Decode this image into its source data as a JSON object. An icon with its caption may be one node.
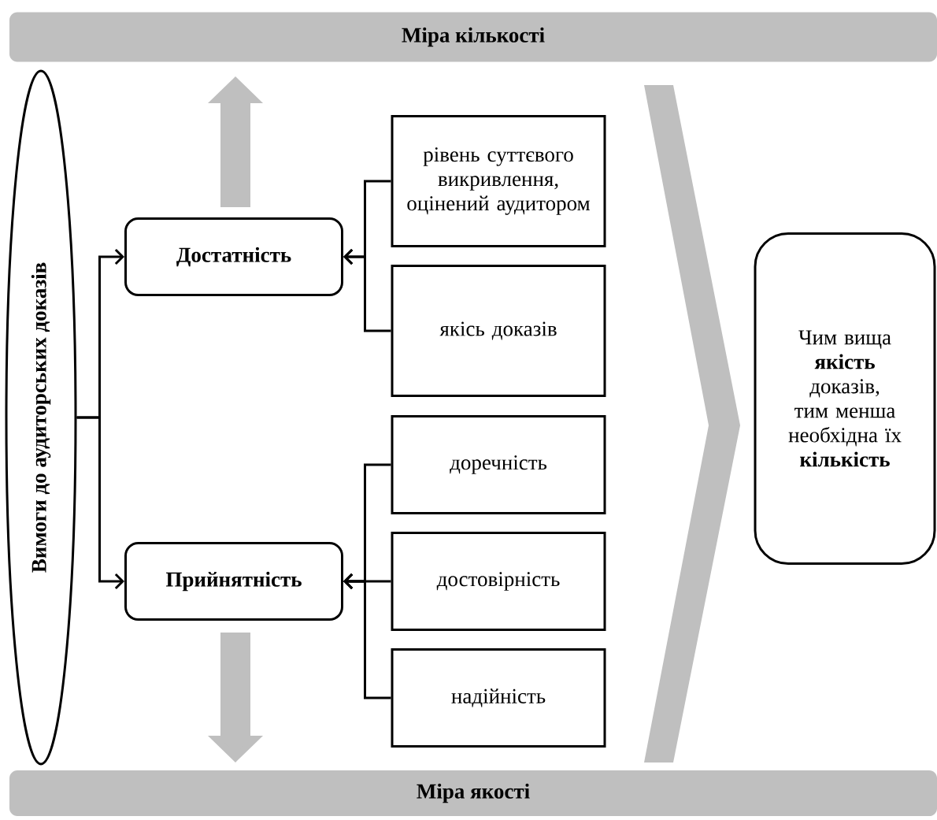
{
  "diagram": {
    "nodes": [
      {
        "text": [
          "Міра кількості"
        ]
      },
      {
        "text": [
          "Вимоги до аудиторських доказів"
        ]
      },
      {
        "text": [
          "Достатність"
        ]
      },
      {
        "text": [
          "Прийнятність"
        ]
      },
      {
        "text": [
          "рівень суттєвого викривлення, оцінений аудитором"
        ]
      },
      {
        "text": [
          "якісь доказів"
        ]
      },
      {
        "text": [
          "доречність"
        ]
      },
      {
        "text": [
          "достовірність"
        ]
      },
      {
        "text": [
          "надійність"
        ]
      },
      {
        "text": [
          "Чим вища **якість** доказів, тим менша необхідна їх **кількість**"
        ]
      },
      {
        "text": [
          "Міра якості"
        ]
      }
    ],
    "edges": [
      {
        "from": 1,
        "to": 2,
        "arrow": "to"
      },
      {
        "from": 1,
        "to": 3,
        "arrow": "to"
      },
      {
        "from": 4,
        "to": 2,
        "arrow": "to"
      },
      {
        "from": 5,
        "to": 2,
        "arrow": "to"
      },
      {
        "from": 6,
        "to": 3,
        "arrow": "to"
      },
      {
        "from": 7,
        "to": 3,
        "arrow": "to"
      },
      {
        "from": 8,
        "to": 3,
        "arrow": "to"
      },
      {
        "from": null,
        "to": 0,
        "arrow": "to",
        "style": "thick",
        "color": "#bfbfbf"
      },
      {
        "from": null,
        "to": 10,
        "arrow": "to",
        "style": "thick",
        "color": "#bfbfbf"
      }
    ]
  }
}
